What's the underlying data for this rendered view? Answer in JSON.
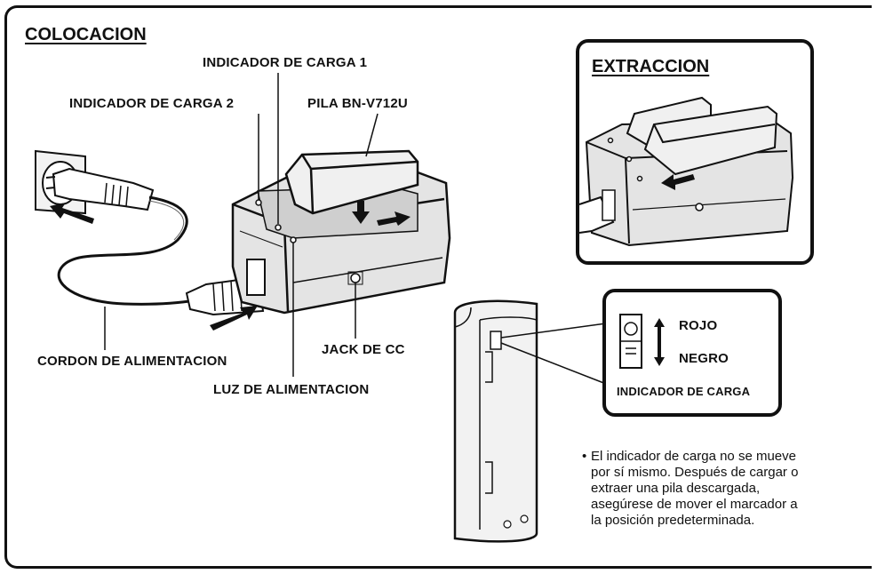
{
  "sections": {
    "installation_title": "COLOCACION",
    "removal_title": "EXTRACCION"
  },
  "labels": {
    "charge_indicator_1": "INDICADOR DE CARGA 1",
    "charge_indicator_2": "INDICADOR DE CARGA 2",
    "battery": "PILA BN-V712U",
    "power_cord": "CORDON DE ALIMENTACION",
    "dc_jack": "JACK DE CC",
    "power_light": "LUZ DE ALIMENTACION",
    "red": "ROJO",
    "black": "NEGRO",
    "charge_indicator": "INDICADOR DE CARGA"
  },
  "note": {
    "bullet": "•",
    "lines": [
      "El indicador de carga no se mueve",
      "por sí mismo. Después de cargar o",
      "extraer una pila descargada,",
      "asegúrese de mover el marcador a",
      "la posición predeterminada."
    ]
  }
}
